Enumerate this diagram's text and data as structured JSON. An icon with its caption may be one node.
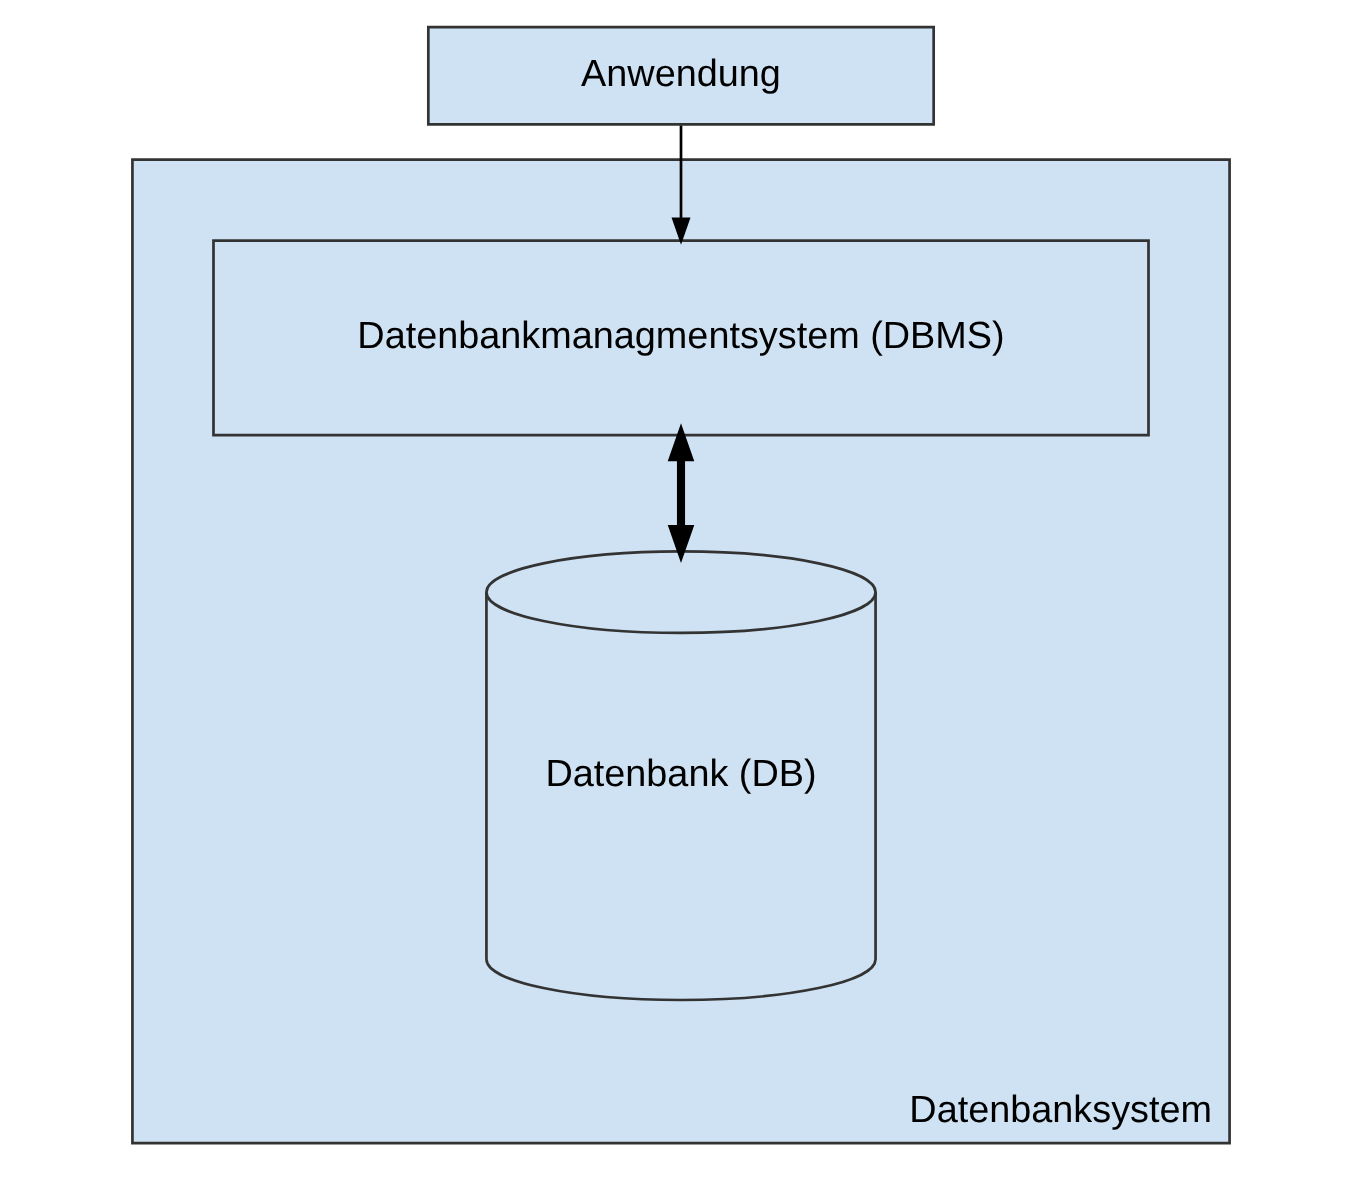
{
  "diagram": {
    "nodes": [
      {
        "text": [
          "Anwendung"
        ]
      },
      {
        "text": [
          "Datenbanksystem"
        ]
      },
      {
        "text": [
          "Datenbankmanagmentsystem (DBMS)"
        ],
        "in": 1
      },
      {
        "text": [
          "Datenbank (DB)"
        ],
        "in": 1
      }
    ],
    "edges": [
      {
        "from": 0,
        "to": 2,
        "arrow": "to"
      },
      {
        "from": 2,
        "to": 3,
        "arrow": "both",
        "style": "thick"
      }
    ]
  }
}
